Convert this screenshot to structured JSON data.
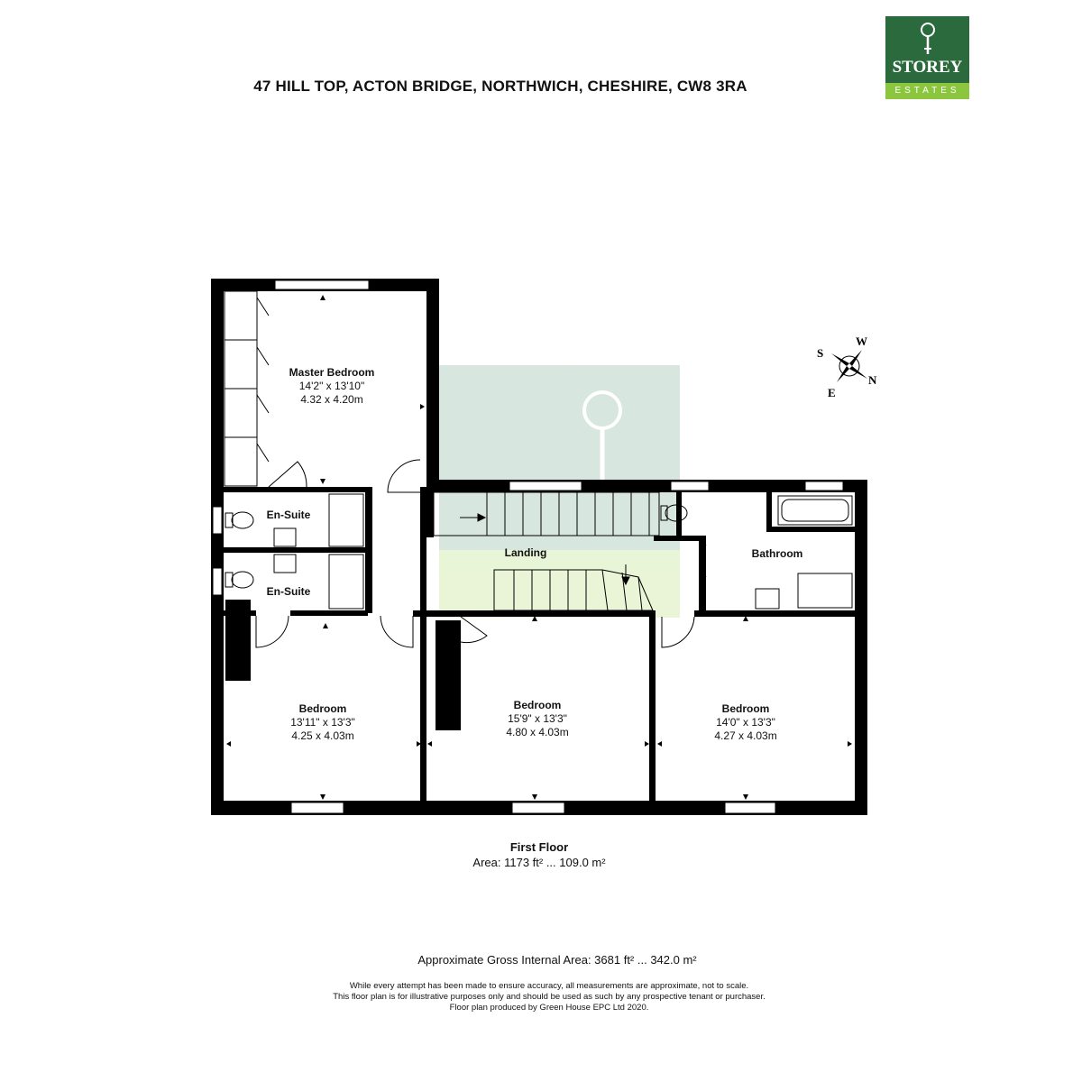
{
  "header": {
    "address": "47 HILL TOP, ACTON BRIDGE, NORTHWICH, CHESHIRE, CW8 3RA"
  },
  "logo": {
    "brand": "STOREY",
    "sub": "ESTATES",
    "primary_color": "#2a6a3c",
    "accent_color": "#8cc63f"
  },
  "rooms": [
    {
      "name": "Master Bedroom",
      "imperial": "14'2\" x 13'10\"",
      "metric": "4.32 x 4.20m"
    },
    {
      "name": "En-Suite"
    },
    {
      "name": "En-Suite"
    },
    {
      "name": "Landing"
    },
    {
      "name": "Bathroom"
    },
    {
      "name": "Bedroom",
      "imperial": "13'11\" x 13'3\"",
      "metric": "4.25 x 4.03m"
    },
    {
      "name": "Bedroom",
      "imperial": "15'9\" x 13'3\"",
      "metric": "4.80 x 4.03m"
    },
    {
      "name": "Bedroom",
      "imperial": "14'0\" x 13'3\"",
      "metric": "4.27 x 4.03m"
    }
  ],
  "floor": {
    "name": "First Floor",
    "area": "Area: 1173 ft² ... 109.0 m²"
  },
  "gross_area": "Approximate Gross Internal Area: 3681 ft² ... 342.0 m²",
  "disclaimer": [
    "While every attempt has been made to ensure accuracy, all measurements are approximate, not to scale.",
    "This floor plan is for illustrative purposes only and should be used as such by any prospective tenant or purchaser.",
    "Floor plan produced by Green House EPC Ltd 2020."
  ],
  "compass": {
    "s": "S",
    "w": "W",
    "e": "E",
    "n": "N"
  }
}
